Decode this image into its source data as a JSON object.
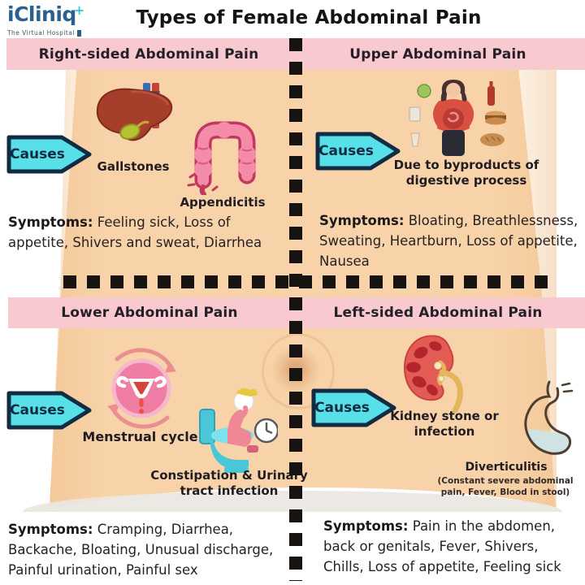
{
  "logo": {
    "name": "iCliniq",
    "plus_glyph": "+",
    "tagline": "The Virtual Hospital"
  },
  "title": "Types of Female Abdominal Pain",
  "causes_button_label": "Causes",
  "symptoms_label": "Symptoms:",
  "quadrants": [
    {
      "id": "right-sided",
      "header": "Right-sided Abdominal Pain",
      "causes": [
        {
          "icon": "liver-gallbladder-icon",
          "label": "Gallstones"
        },
        {
          "icon": "colon-appendix-icon",
          "label": "Appendicitis"
        }
      ],
      "symptoms": "Feeling sick, Loss of appetite, Shivers and sweat, Diarrhea"
    },
    {
      "id": "upper",
      "header": "Upper Abdominal Pain",
      "causes": [
        {
          "icon": "woman-digestion-icon",
          "label": "Due to byproducts of digestive process"
        }
      ],
      "symptoms": "Bloating, Breathlessness, Sweating, Heartburn, Loss of appetite, Nausea"
    },
    {
      "id": "lower",
      "header": "Lower Abdominal Pain",
      "causes": [
        {
          "icon": "menstrual-cycle-icon",
          "label": "Menstrual cycle"
        },
        {
          "icon": "toilet-person-icon",
          "label": "Constipation & Urinary tract infection"
        }
      ],
      "symptoms": "Cramping, Diarrhea, Backache, Bloating, Unusual discharge, Painful urination, Painful sex"
    },
    {
      "id": "left-sided",
      "header": "Left-sided Abdominal Pain",
      "causes": [
        {
          "icon": "kidney-icon",
          "label": "Kidney stone or infection"
        },
        {
          "icon": "stomach-icon",
          "label": "Diverticulitis",
          "sublabel": "(Constant severe abdominal pain, Fever, Blood in stool)"
        }
      ],
      "symptoms": "Pain in the abdomen, back or genitals, Fever, Shivers, Chills, Loss of appetite, Feeling sick"
    }
  ],
  "colors": {
    "banner_pink": "#f8c9cf",
    "skin_peach": "#f8d3a9",
    "accent_cyan": "#57e0e7",
    "outline_navy": "#112b43",
    "dash_black": "#171310"
  }
}
